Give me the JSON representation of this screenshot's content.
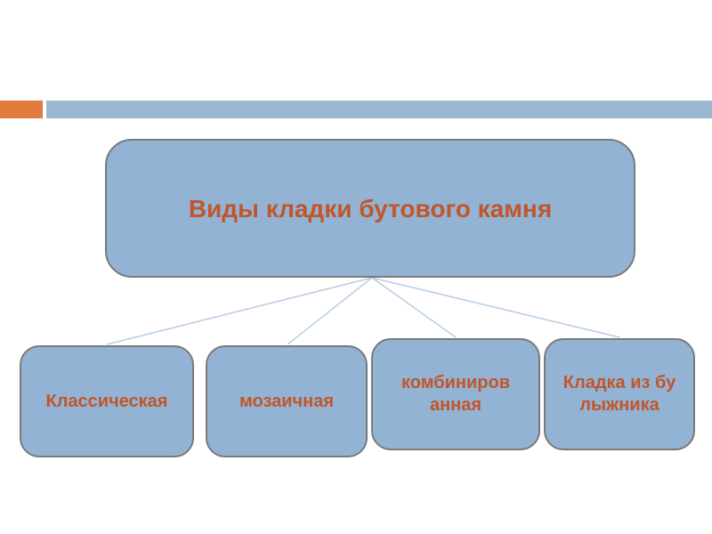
{
  "diagram": {
    "root": {
      "label": "Виды кладки бутового камня"
    },
    "children": [
      {
        "label": "Классическая"
      },
      {
        "label": "мозаичная"
      },
      {
        "label": "комбинированная"
      },
      {
        "label": "Кладка из булыжника"
      }
    ]
  },
  "colors": {
    "node_fill": "#93b3d4",
    "node_border": "#7a7a7a",
    "text": "#c0562a",
    "accent_orange": "#e07b3c",
    "accent_blue": "#9db6d1",
    "connector": "#b7cde2"
  }
}
